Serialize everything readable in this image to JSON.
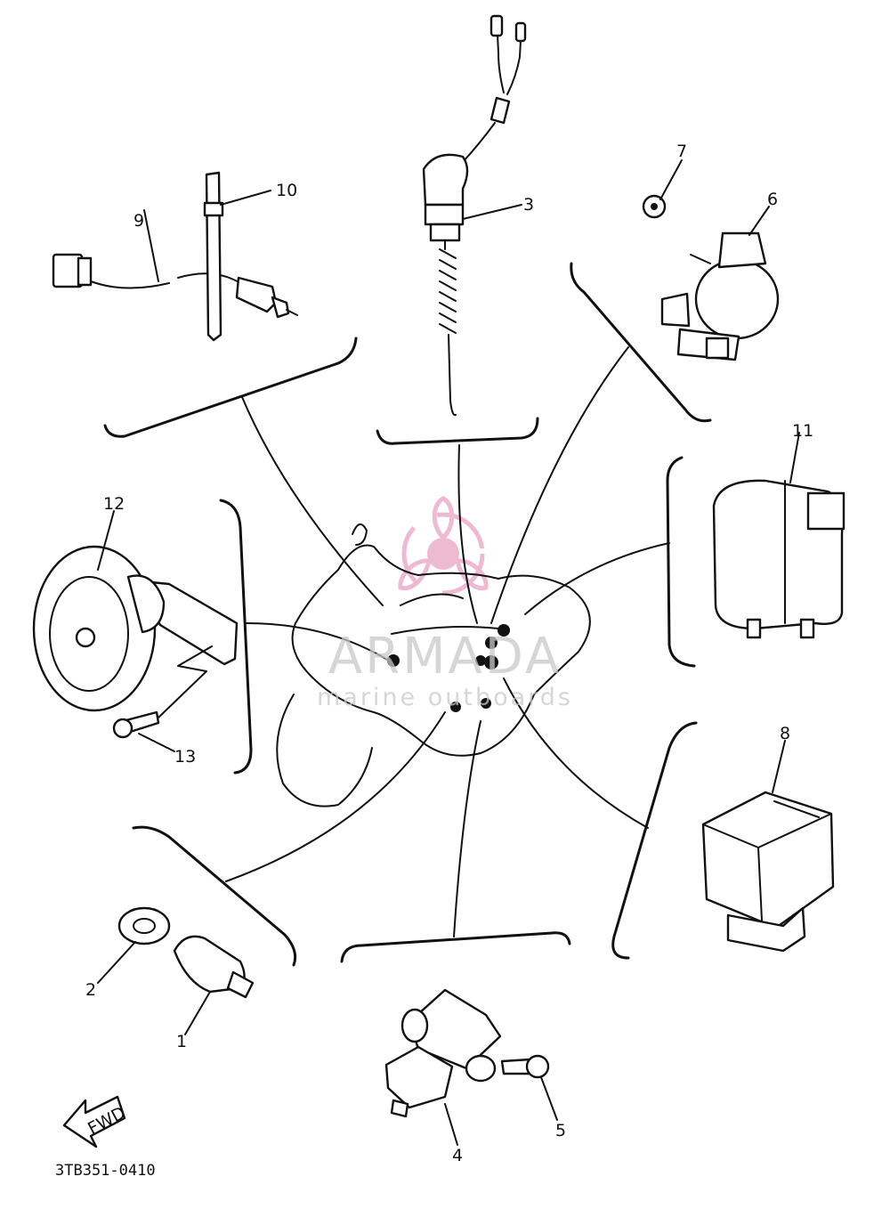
{
  "diagram": {
    "part_code": "3TB351-0410",
    "direction_label": "FWD",
    "callouts": [
      "1",
      "2",
      "3",
      "4",
      "5",
      "6",
      "7",
      "8",
      "9",
      "10",
      "11",
      "12",
      "13"
    ]
  },
  "watermark": {
    "brand": "ARMADA",
    "tagline": "marine outboards",
    "logo_color": "#e8a3c4"
  }
}
